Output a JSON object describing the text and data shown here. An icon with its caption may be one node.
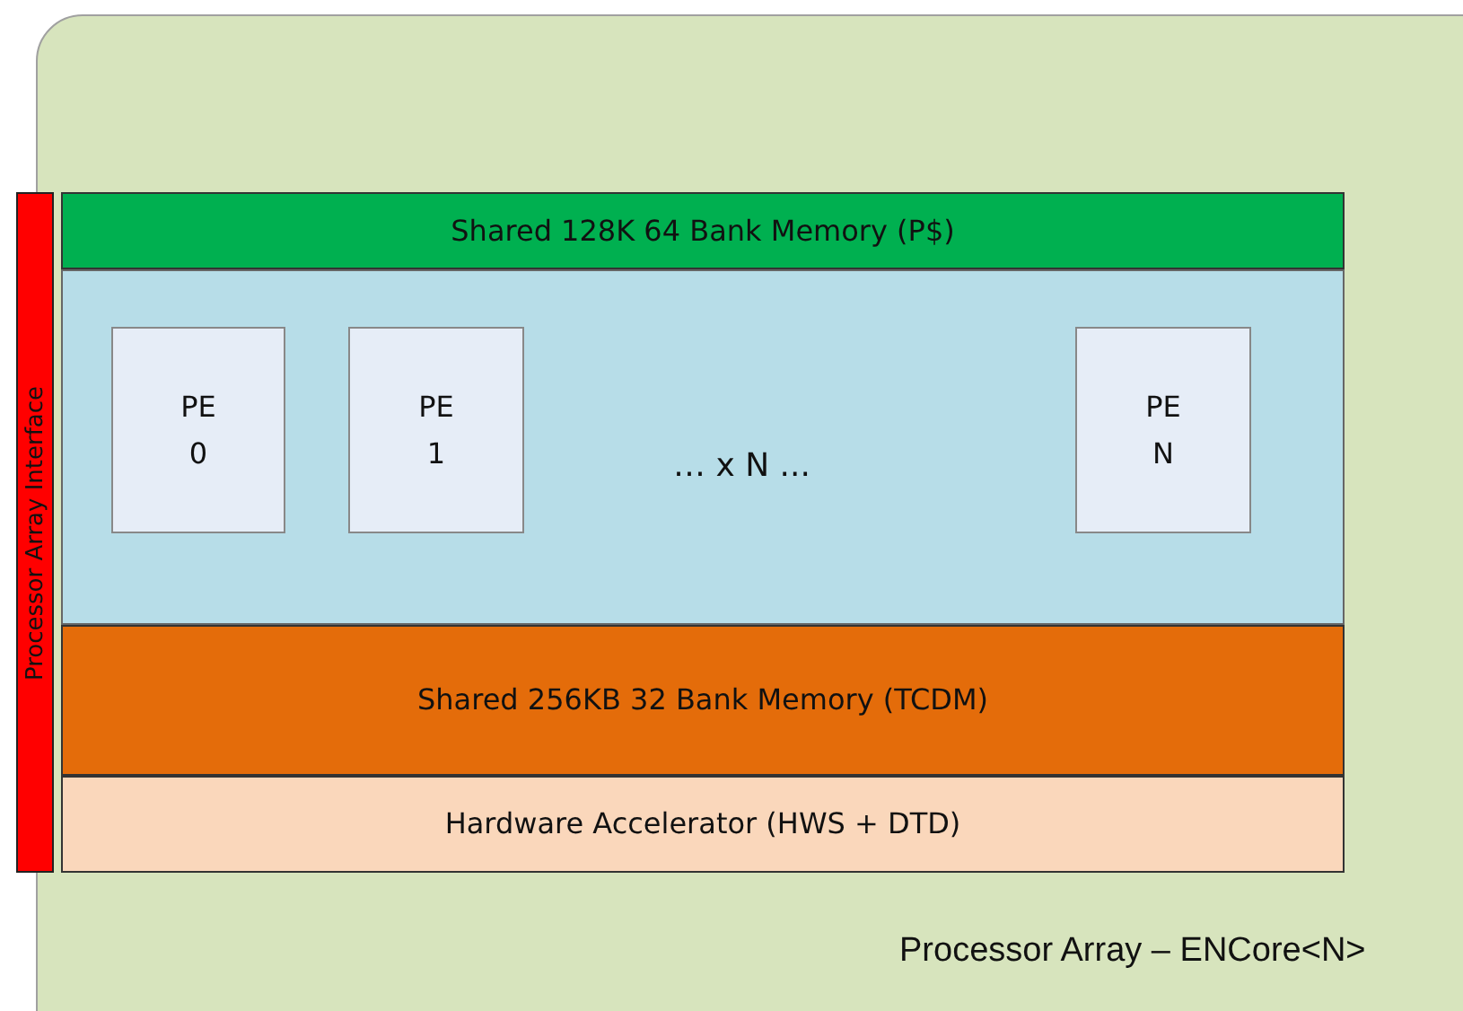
{
  "diagram": {
    "nodes": [
      {
        "text": [
          "Processor Array – ENCore<N>"
        ]
      },
      {
        "text": [
          "Processor Array Interface"
        ]
      },
      {
        "text": [
          "Shared 128K 64 Bank Memory (P$)"
        ],
        "in": 0
      },
      {
        "text": [],
        "shape": "box",
        "in": 0
      },
      {
        "text": [
          "PE 0"
        ],
        "in": 3
      },
      {
        "text": [
          "PE 1"
        ],
        "in": 3
      },
      {
        "text": [
          "PE N"
        ],
        "in": 3
      },
      {
        "text": [
          "Shared 256KB 32 Bank Memory (TCDM)"
        ],
        "in": 0
      },
      {
        "text": [
          "Hardware Accelerator (HWS + DTD)"
        ],
        "in": 0
      }
    ],
    "labels": [
      "… x N ..."
    ]
  }
}
